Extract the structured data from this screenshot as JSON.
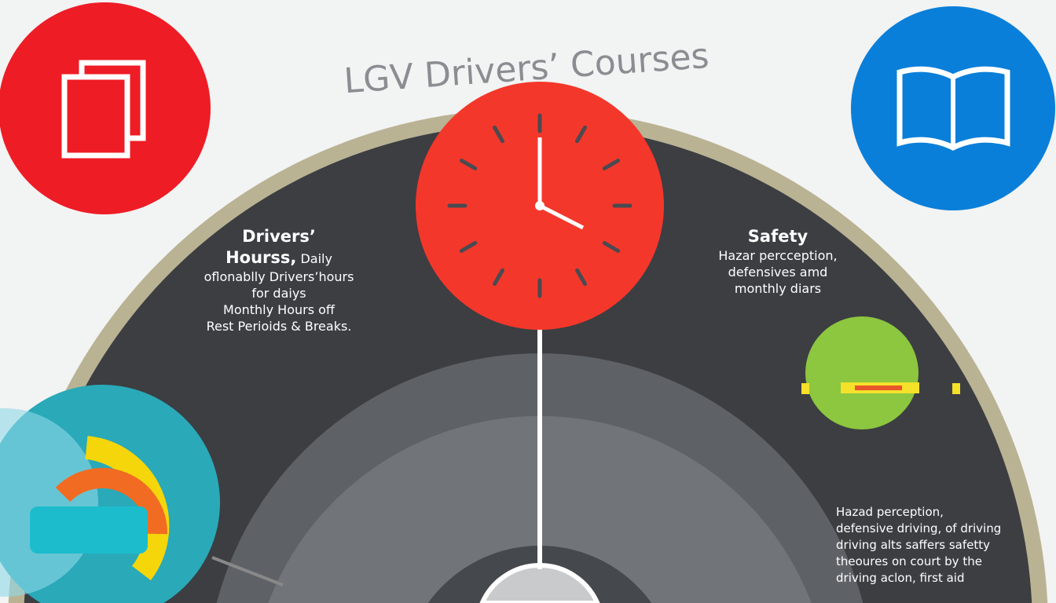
{
  "title": "LGV Drivers’ Courses",
  "left_section": {
    "heading1": "Drivers’",
    "heading2": "Hourss,",
    "heading2_suffix": " Daily",
    "lines": [
      "oflonablly Drivers’hours",
      "for daiys",
      "Monthly Hours off",
      "Rest Perioids & Breaks."
    ]
  },
  "safety_section": {
    "heading": "Safety",
    "lines": [
      "Hazar percception,",
      "defensives amd",
      "monthly diars"
    ]
  },
  "bottom_right": {
    "lines": [
      "Hazad perception,",
      "defensive driving, of driving",
      "driving alts saffers safetty",
      "theoures on court by the",
      "driving aclon, first aid"
    ]
  },
  "icons": [
    "documents-icon",
    "book-icon",
    "clock-icon",
    "hard-hat-icon",
    "gauge-icon"
  ],
  "colors": {
    "red": "#ee1c25",
    "blue": "#0a7fd9",
    "clock": "#f4372b",
    "green": "#8dc63f",
    "teal": "#2aa9b8",
    "ring": "#b9b394",
    "dark": "#3c3e42"
  }
}
